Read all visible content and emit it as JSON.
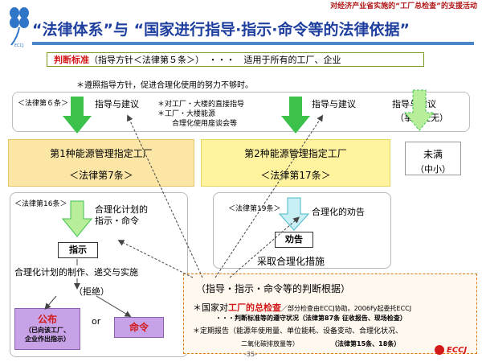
{
  "header": {
    "topnote": "对经济产业省实施的“工厂总检查”的支援活动"
  },
  "title": "“法律体系”与 “国家进行指导·指示·命令等的法律依据”",
  "standard": {
    "label": "判断标准",
    "rest": "（指导方针＜法律第５条＞）　・・・　适用于所有的工厂、企业"
  },
  "note_guideline": "＊遵照指导方针，促进合理化使用的努力不够时。",
  "law6": {
    "label": "＜法律第６条＞",
    "advice_left": "指导与建议",
    "advice_mid": "指导与建议",
    "advice_right": "指导与建议",
    "advice_right_sub": "（事实上无）"
  },
  "bullets": {
    "b1": "＊对工厂・大楼的直接指导",
    "b2": "＊工厂・大楼能源",
    "b2b": "合理化使用座谈会等"
  },
  "factory1": {
    "name": "第1种能源管理指定工厂",
    "law": "＜法律第7条＞"
  },
  "factory2": {
    "name": "第2种能源管理指定工厂",
    "law": "＜法律第17条＞"
  },
  "factory3": {
    "name": "未满",
    "sub": "（中小）"
  },
  "left_panel": {
    "law": "＜法律第16条＞",
    "plan": "合理化计划的",
    "plan2": "指示・命令",
    "instruction": "指示",
    "submit": "合理化计划的制作、递交与实施",
    "refuse": "（拒绝）",
    "publish": "公布",
    "publish_sub1": "（已向该工厂、",
    "publish_sub2": "企业作出指示）",
    "or": "or",
    "order": "命令"
  },
  "mid_panel": {
    "law": "＜法律第19条＞",
    "advice": "合理化的劝告",
    "recommend": "劝告",
    "measure": "采取合理化措施"
  },
  "basis": {
    "title": "（指导・指示・命令等的判断根据）",
    "l1a": "＊国家对",
    "l1b": "工厂的总检查",
    "l1c": "／部分检查由ECCJ协助。2006Fy起委托ECCJ",
    "l2": "・・・判断标准等的遵守状况（法律第87条 征收报告、现场检查）",
    "l3": "＊定期报告（能源年使用量、单位能耗、设备变动、合理化状况、",
    "l4": "二氧化碳排放量等）",
    "l4b": "（法律第15条、18条）"
  },
  "footer": {
    "page": "-35-",
    "logo": "ECCJ"
  },
  "colors": {
    "title": "#1f3f9f",
    "arrow_green": "#3cc24a",
    "arrow_light": "#b8ee9a",
    "purple": "#c8a2e6",
    "red": "#d21a1a"
  }
}
